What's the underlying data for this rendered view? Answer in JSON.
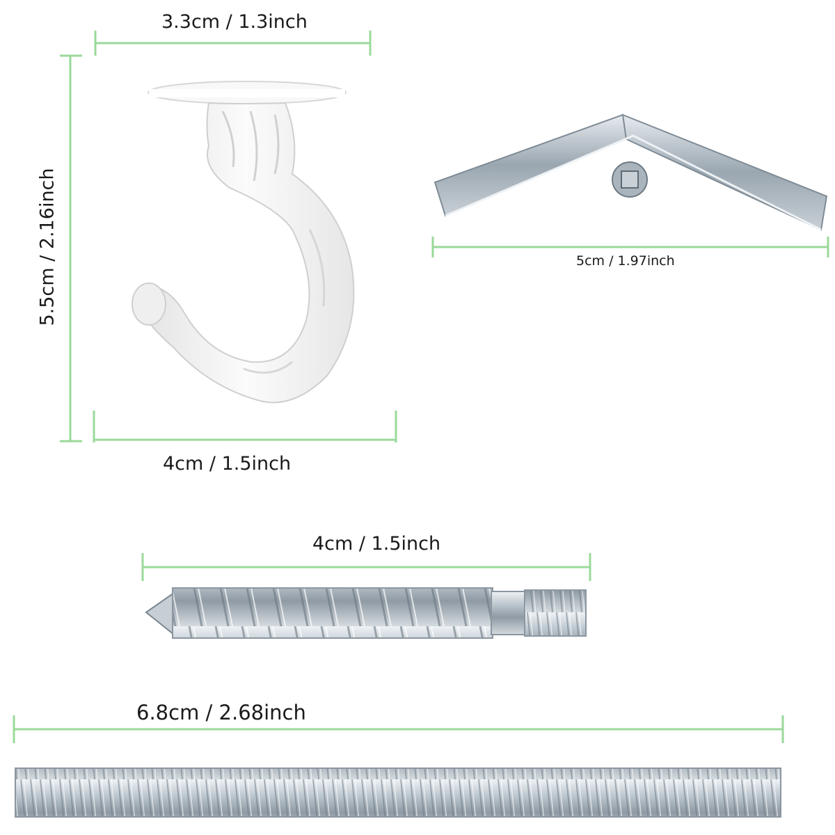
{
  "dimensions": {
    "hook_top_width": "3.3cm / 1.3inch",
    "hook_height": "5.5cm / 2.16inch",
    "hook_bottom_width": "4cm / 1.5inch",
    "toggle_width": "5cm / 1.97inch",
    "screw_length": "4cm / 1.5inch",
    "rod_length": "6.8cm / 2.68inch"
  },
  "colors": {
    "dimension_line": "#9ad99a",
    "hook": "#f4f4f4",
    "metal": "#b9c4cc",
    "text": "#1a1a1a"
  }
}
